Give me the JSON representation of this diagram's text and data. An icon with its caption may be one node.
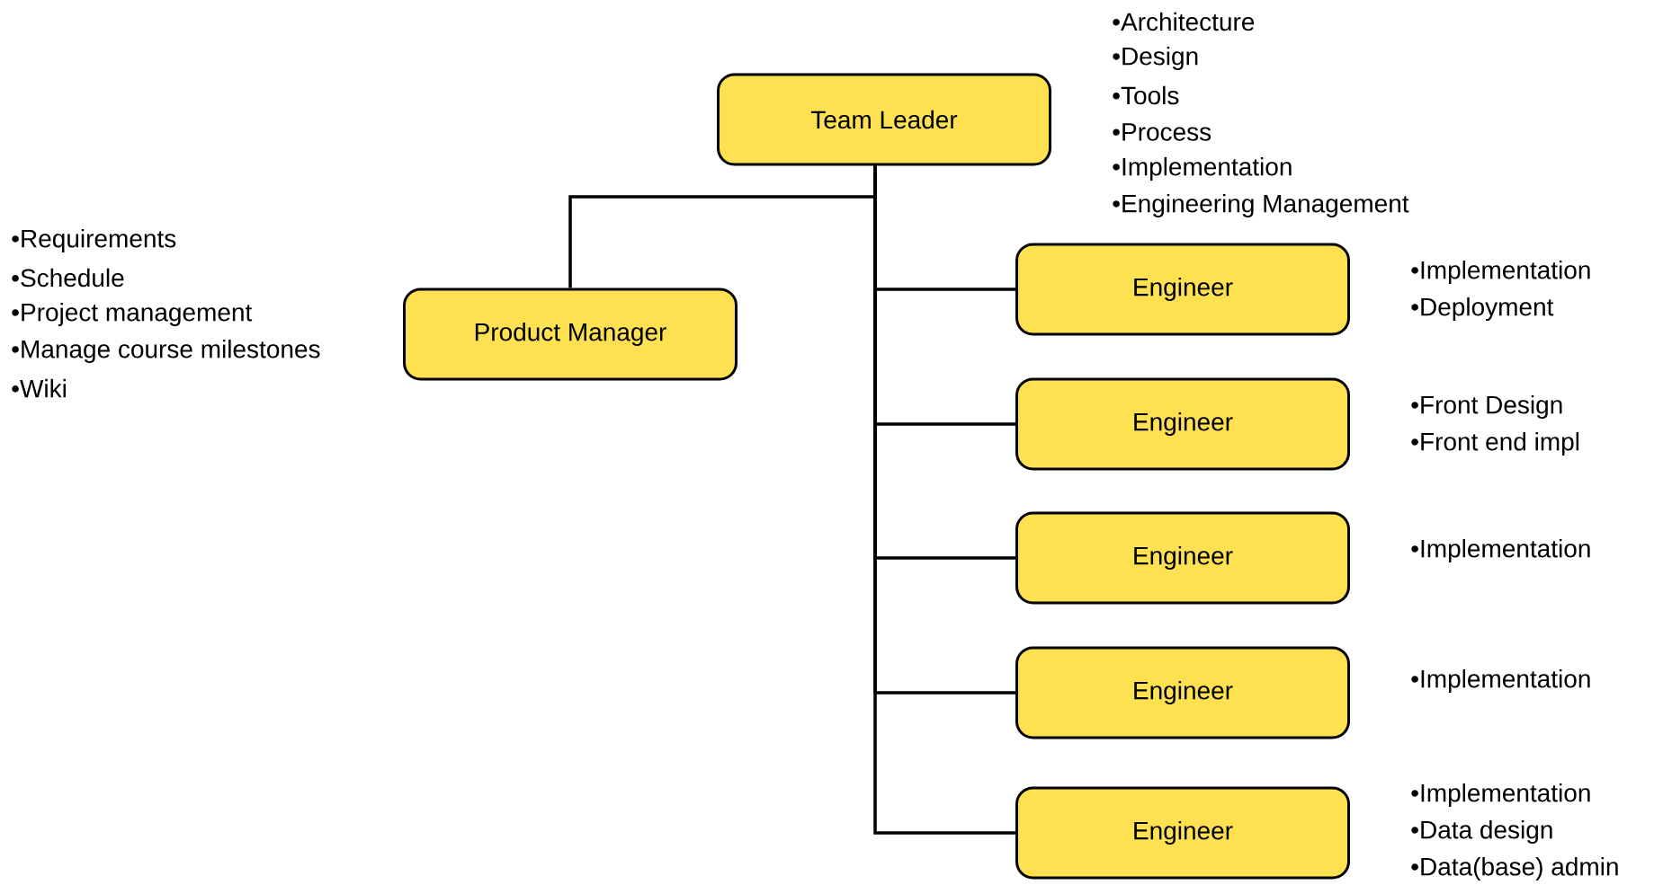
{
  "diagram": {
    "nodes": [
      {
        "text": [
          "Team Leader"
        ],
        "beside": [
          "•Architecture",
          "•Design",
          "•Tools",
          "•Process",
          "•Implementation",
          "•Engineering Management"
        ]
      },
      {
        "text": [
          "Product Manager"
        ],
        "beside": [
          "•Requirements",
          "•Schedule",
          "•Project management",
          "•Manage course milestones",
          "•Wiki"
        ]
      },
      {
        "text": [
          "Engineer"
        ],
        "beside": [
          "•Implementation",
          "•Deployment"
        ]
      },
      {
        "text": [
          "Engineer"
        ],
        "beside": [
          "•Front Design",
          "•Front end impl"
        ]
      },
      {
        "text": [
          "Engineer"
        ],
        "beside": [
          "•Implementation"
        ]
      },
      {
        "text": [
          "Engineer"
        ],
        "beside": [
          "•Implementation"
        ]
      },
      {
        "text": [
          "Engineer"
        ],
        "beside": [
          "•Implementation",
          "•Data design",
          "•Data(base) admin"
        ]
      }
    ],
    "edges": [
      {
        "from": 0,
        "to": 1,
        "arrow": "none"
      },
      {
        "from": 0,
        "to": 2,
        "arrow": "none"
      },
      {
        "from": 0,
        "to": 3,
        "arrow": "none"
      },
      {
        "from": 0,
        "to": 4,
        "arrow": "none"
      },
      {
        "from": 0,
        "to": 5,
        "arrow": "none"
      },
      {
        "from": 0,
        "to": 6,
        "arrow": "none"
      }
    ]
  }
}
